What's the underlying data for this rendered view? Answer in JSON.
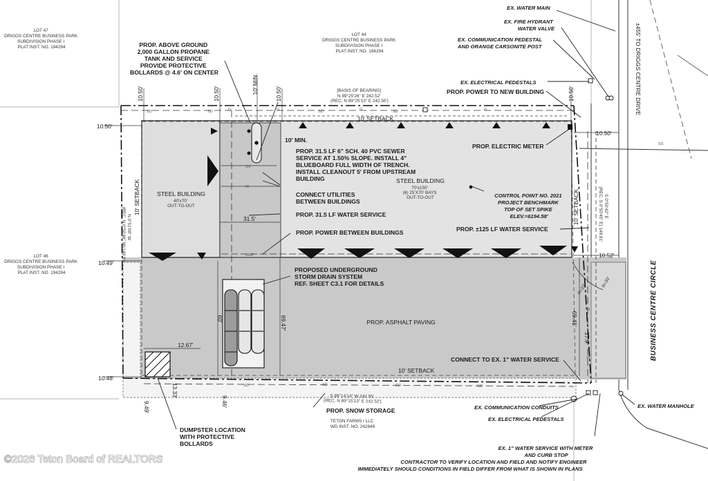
{
  "lots": {
    "lot47": [
      "LOT 47",
      "DRIGGS CENTRE BUSINESS PARK",
      "SUBDIVISION PHASE I",
      "PLAT INST. NO. 194294"
    ],
    "lot44": [
      "LOT 44",
      "DRIGGS CENTRE BUSINESS PARK",
      "SUBDIVISION PHASE I",
      "PLAT INST. NO. 194294"
    ],
    "lot46": [
      "LOT 46",
      "DRIGGS CENTRE BUSINESS PARK",
      "SUBDIVISION PHASE I",
      "PLAT INST. NO. 194294"
    ],
    "teton": [
      "TETON FARMS I LLC",
      "WD INST. NO. 242849"
    ]
  },
  "callouts": {
    "propane": [
      "PROP. ABOVE GROUND",
      "2,000 GALLON PROPANE",
      "TANK AND SERVICE",
      "PROVIDE PROTECTIVE",
      "BOLLARDS @ 4.6' ON CENTER"
    ],
    "min_top": "10' MIN.",
    "min_side": "10' MIN.",
    "sewer": [
      "PROP. 31.5 LF 6\" SCH. 40 PVC SEWER",
      "SERVICE AT 1.50% SLOPE. INSTALL 4\"",
      "BLUEBOARD FULL WIDTH OF TRENCH.",
      "INSTALL CLEANOUT 5' FROM UPSTREAM",
      "BUILDING"
    ],
    "connect_utilities": [
      "CONNECT UTILITIES",
      "BETWEEN BUILDINGS"
    ],
    "water_service": "PROP. 31.5 LF WATER SERVICE",
    "power_between": "PROP. POWER BETWEEN BUILDINGS",
    "storm": [
      "PROPOSED UNDERGROUND",
      "STORM DRAIN SYSTEM",
      "REF. SHEET C3.1 FOR DETAILS"
    ],
    "asphalt": "PROP. ASPHALT PAVING",
    "connect_water": "CONNECT TO EX. 1\" WATER SERVICE",
    "snow": "PROP. SNOW STORAGE",
    "dumpster": [
      "DUMPSTER LOCATION",
      "WITH PROTECTIVE",
      "BOLLARDS"
    ],
    "electric_meter": "PROP. ELECTRIC METER",
    "water_125": "PROP. ±125 LF WATER SERVICE",
    "power_new": "PROP. POWER TO NEW BUILDING",
    "elec_ped_top": "EX. ELECTRICAL PEDESTALS",
    "comm_post": [
      "EX. COMMUNICATION PEDESTAL",
      "AND ORANGE CARSONITE POST"
    ],
    "hydrant": [
      "EX. FIRE HYDRANT",
      "WATER VALVE"
    ],
    "water_main": "EX. WATER MAIN",
    "comm_conduits": "EX. COMMUNICATION CONDUITS",
    "elec_ped_bottom": "EX. ELECTRICAL PEDESTALS",
    "water_manhole": "EX. WATER MANHOLE",
    "water_meter": [
      "EX. 1\" WATER SERVICE WITH METER",
      "AND CURB STOP"
    ],
    "contractor_note": [
      "CONTRACTOR TO VERIFY LOCATION AND FIELD AND NOTIFY ENGINEER",
      "IMMEDIATELY SHOULD CONDITIONS IN FIELD DIFFER FROM WHAT IS SHOWN IN PLANS"
    ]
  },
  "buildings": {
    "left": [
      "STEEL BUILDING",
      "40'x70'",
      "OUT-TO-OUT"
    ],
    "right": [
      "STEEL BUILDING",
      "70'x150'",
      "(6) 25'X70' BAYS",
      "OUT-TO-OUT"
    ]
  },
  "control_point": [
    "CONTROL POINT NO. 2021",
    "PROJECT BENCHMARK",
    "TOP OF SET SPIKE",
    "ELEV.=6194.58'"
  ],
  "bearings": {
    "top": [
      "[BASIS OF BEARING]",
      "N 89°25'26\" E 242.52'",
      "(REC. N 89°25'13\" E 242.50')"
    ],
    "bottom": [
      "S 89°14'14\" W 242.55'",
      "(REC. N 89°15'13\" E 242.52')"
    ],
    "left": [
      "N 0°51'08\" W",
      "(REC. N 0°50'48\" W)",
      "149.81'"
    ],
    "right": [
      "S 0°50'42\" E",
      "(REC. S 0°50'45\" E)",
      "149.81'"
    ]
  },
  "setbacks": {
    "top": "10' SETBACK",
    "bottom": "10' SETBACK",
    "left": "10' SETBACK",
    "right": "10' SETBACK"
  },
  "dimensions": {
    "top_left": "10.50'",
    "top_mid": "10.50'",
    "top_center": "10.50'",
    "top_right": "10.50'",
    "left_upper": "10.50'",
    "left_middle": "10.49'",
    "left_lower": "10.48'",
    "right_upper": "10.50'",
    "right_middle": "10.52'",
    "span": "31.5'",
    "dumpster_w": "12.67'",
    "dumpster_h": "13.33'",
    "bottom_left": "9.49'",
    "bottom_mid": "9.46'",
    "lot_height": "60'",
    "paving_height": "69.47'",
    "paving_right": "69.41'",
    "curb": "37.9'",
    "radius1": "R=10'",
    "radius2": "R=30'",
    "min_label": "10' MIN."
  },
  "utilities": {
    "sd": "SD",
    "g": "G",
    "w": "W",
    "ugp": "UGP",
    "ss": "SS",
    "ss2": "SS"
  },
  "road": {
    "name": "BUSINESS CENTRE CIRCLE",
    "to_driggs": "±455' TO DRIGGS CENTRE DRIVE"
  },
  "watermark": "©2026 Teton Board of REALTORS",
  "colors": {
    "building_fill": "#e3e3e3",
    "paving_fill": "#c9c9c9",
    "line": "#222222",
    "background": "#ffffff"
  }
}
